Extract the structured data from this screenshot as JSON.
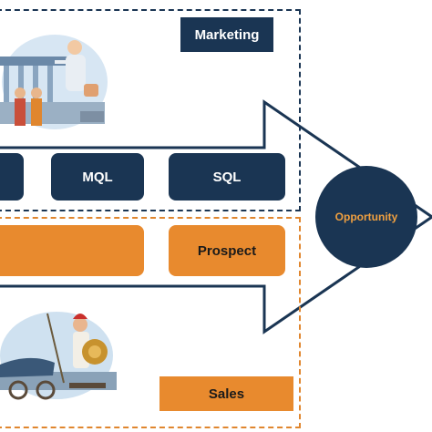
{
  "marketing": {
    "label": "Marketing"
  },
  "sales": {
    "label": "Sales"
  },
  "stages": {
    "lead": "",
    "mql": "MQL",
    "sql": "SQL",
    "left_orange": "",
    "prospect": "Prospect",
    "opportunity": "Opportunity"
  },
  "illustrations": {
    "top": "greek-philosophers-icon",
    "bottom": "warrior-and-chariot-icon"
  },
  "colors": {
    "navy": "#1a3553",
    "orange": "#e88a2e",
    "opportunity_text": "#f0a040"
  }
}
